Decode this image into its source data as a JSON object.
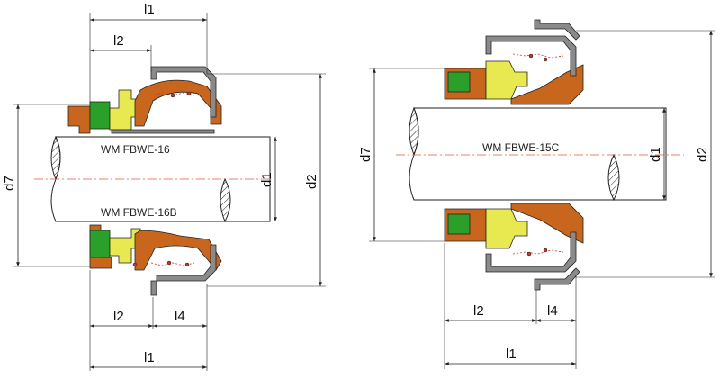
{
  "labels": {
    "l1": "l1",
    "l2": "l2",
    "l4": "l4",
    "d1": "d1",
    "d2": "d2",
    "d7": "d7"
  },
  "models": {
    "left_top": "WM FBWE-16",
    "left_bottom": "WM FBWE-16B",
    "right": "WM FBWE-15C"
  },
  "colors": {
    "bellows": "#c8661e",
    "face": "#e8e850",
    "seat": "#2aa02a",
    "metal": "#8a8a8a",
    "centerline": "#e05a3a"
  }
}
